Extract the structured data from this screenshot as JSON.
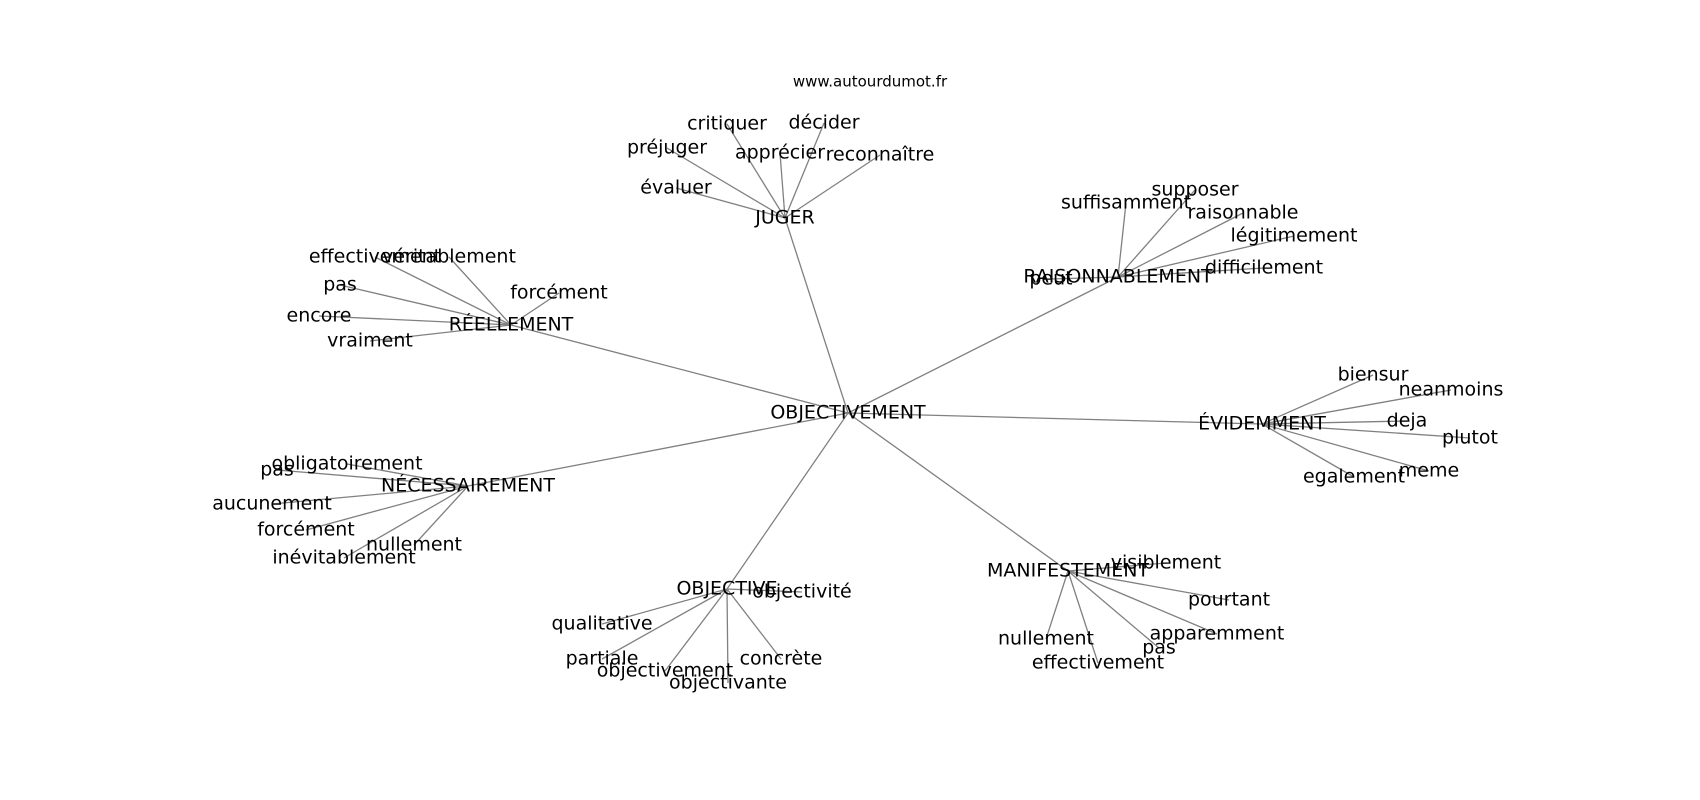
{
  "watermark": "www.autourdumot.fr",
  "edge_color": "#808080",
  "center": "OBJECTIVEMENT",
  "hubs": [
    {
      "key": "juger",
      "label": "JUGER",
      "children": [
        {
          "key": "critiquer",
          "label": "critiquer"
        },
        {
          "key": "decider",
          "label": "décider"
        },
        {
          "key": "prejuger",
          "label": "préjuger"
        },
        {
          "key": "apprecier",
          "label": "apprécier"
        },
        {
          "key": "reconnaitre",
          "label": "reconnaître"
        },
        {
          "key": "evaluer",
          "label": "évaluer"
        }
      ]
    },
    {
      "key": "raisonnablement",
      "label": "RAISONNABLEMENT",
      "children": [
        {
          "key": "suffisamment",
          "label": "suffisamment"
        },
        {
          "key": "supposer",
          "label": "supposer"
        },
        {
          "key": "raisonnable",
          "label": "raisonnable"
        },
        {
          "key": "legitimement",
          "label": "légitimement"
        },
        {
          "key": "difficilement",
          "label": "difficilement"
        },
        {
          "key": "peut",
          "label": "peut"
        }
      ]
    },
    {
      "key": "reellement",
      "label": "RÉELLEMENT",
      "children": [
        {
          "key": "effectivement",
          "label": "effectivement"
        },
        {
          "key": "veritablement",
          "label": "véritablement"
        },
        {
          "key": "pas",
          "label": "pas"
        },
        {
          "key": "forcement",
          "label": "forcément"
        },
        {
          "key": "encore",
          "label": "encore"
        },
        {
          "key": "vraiment",
          "label": "vraiment"
        }
      ]
    },
    {
      "key": "evidemment",
      "label": "ÉVIDEMMENT",
      "children": [
        {
          "key": "biensur",
          "label": "biensur"
        },
        {
          "key": "neanmoins",
          "label": "neanmoins"
        },
        {
          "key": "deja",
          "label": "deja"
        },
        {
          "key": "plutot",
          "label": "plutot"
        },
        {
          "key": "meme",
          "label": "meme"
        },
        {
          "key": "egalement",
          "label": "egalement"
        }
      ]
    },
    {
      "key": "necessairement",
      "label": "NÉCESSAIREMENT",
      "children": [
        {
          "key": "obligatoirement",
          "label": "obligatoirement"
        },
        {
          "key": "pas",
          "label": "pas"
        },
        {
          "key": "aucunement",
          "label": "aucunement"
        },
        {
          "key": "forcement",
          "label": "forcément"
        },
        {
          "key": "nullement",
          "label": "nullement"
        },
        {
          "key": "inevitablement",
          "label": "inévitablement"
        }
      ]
    },
    {
      "key": "objective",
      "label": "OBJECTIVE",
      "children": [
        {
          "key": "objectivite",
          "label": "objectivité"
        },
        {
          "key": "qualitative",
          "label": "qualitative"
        },
        {
          "key": "partiale",
          "label": "partiale"
        },
        {
          "key": "objectivement",
          "label": "objectivement"
        },
        {
          "key": "objectivante",
          "label": "objectivante"
        },
        {
          "key": "concrete",
          "label": "concrète"
        }
      ]
    },
    {
      "key": "manifestement",
      "label": "MANIFESTEMENT",
      "children": [
        {
          "key": "visiblement",
          "label": "visiblement"
        },
        {
          "key": "pourtant",
          "label": "pourtant"
        },
        {
          "key": "apparemment",
          "label": "apparemment"
        },
        {
          "key": "pas",
          "label": "pas"
        },
        {
          "key": "nullement",
          "label": "nullement"
        },
        {
          "key": "effectivement",
          "label": "effectivement"
        }
      ]
    }
  ]
}
